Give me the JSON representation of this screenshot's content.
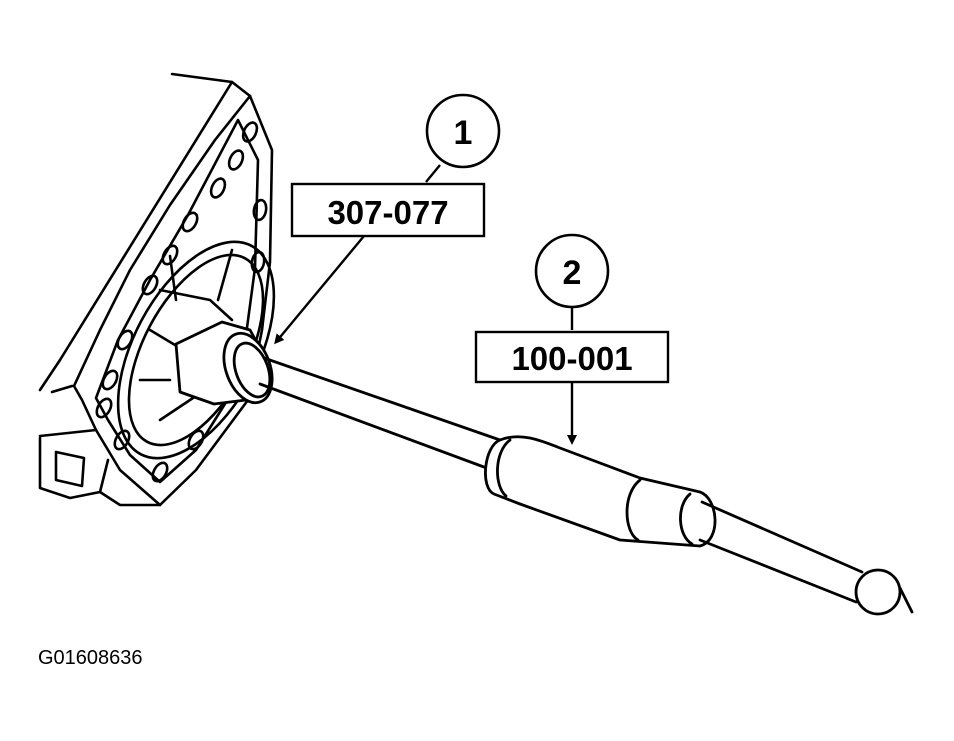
{
  "callouts": [
    {
      "number": "1",
      "part_number": "307-077"
    },
    {
      "number": "2",
      "part_number": "100-001"
    }
  ],
  "figure_id": "G01608636"
}
